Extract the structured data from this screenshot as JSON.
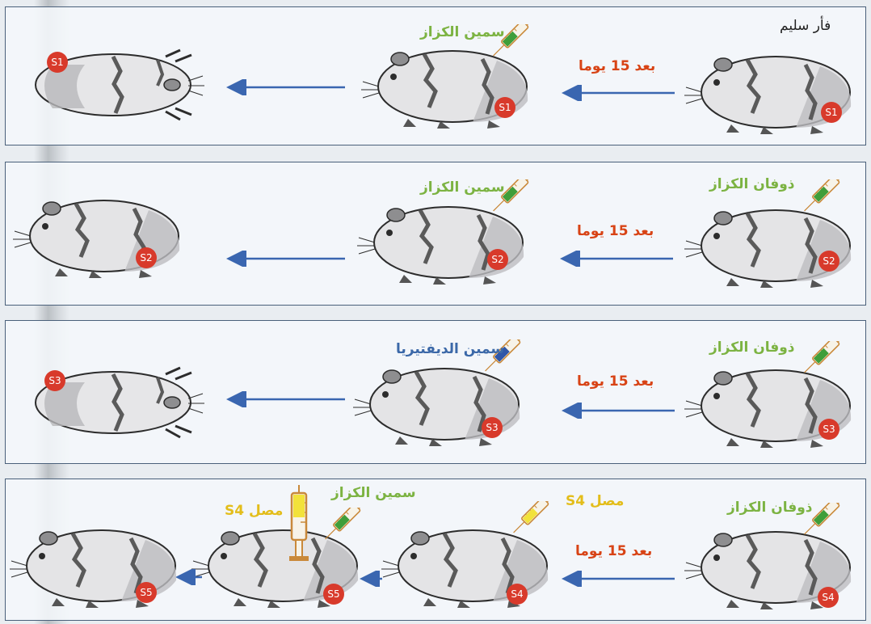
{
  "colors": {
    "arrow": "#3a66b0",
    "badge": "#d83a2b",
    "green_label": "#7cb342",
    "red_label": "#d84315",
    "blue_label": "#3b68a8",
    "yellow_label": "#e3bd1a",
    "frame": "#4a607a"
  },
  "rows": [
    {
      "healthy_label": "فأر سليم",
      "days_label": "بعد 15 يوما",
      "toxin_label": "سمين الكزاز",
      "badges": [
        "S1",
        "S1",
        "S1"
      ]
    },
    {
      "anatoxin_label": "ذوفان الكزاز",
      "days_label": "بعد 15 يوما",
      "toxin_label": "سمين الكزاز",
      "badges": [
        "S2",
        "S2",
        "S2"
      ]
    },
    {
      "anatoxin_label": "ذوفان الكزاز",
      "days_label": "بعد 15 يوما",
      "toxin_label": "سمين الديفتيريا",
      "badges": [
        "S3",
        "S3",
        "S3"
      ]
    },
    {
      "anatoxin_label": "ذوفان الكزاز",
      "days_label": "بعد 15 يوما",
      "serum_label": "مصل S4",
      "toxin_label": "سمين الكزاز",
      "serum_label_2": "مصل S4",
      "badges": [
        "S4",
        "S4",
        "S5",
        "S5"
      ]
    }
  ],
  "icons": {
    "syringe": "syringe-icon",
    "arrow": "arrow-left-icon",
    "mouse": "guinea-pig-icon"
  }
}
